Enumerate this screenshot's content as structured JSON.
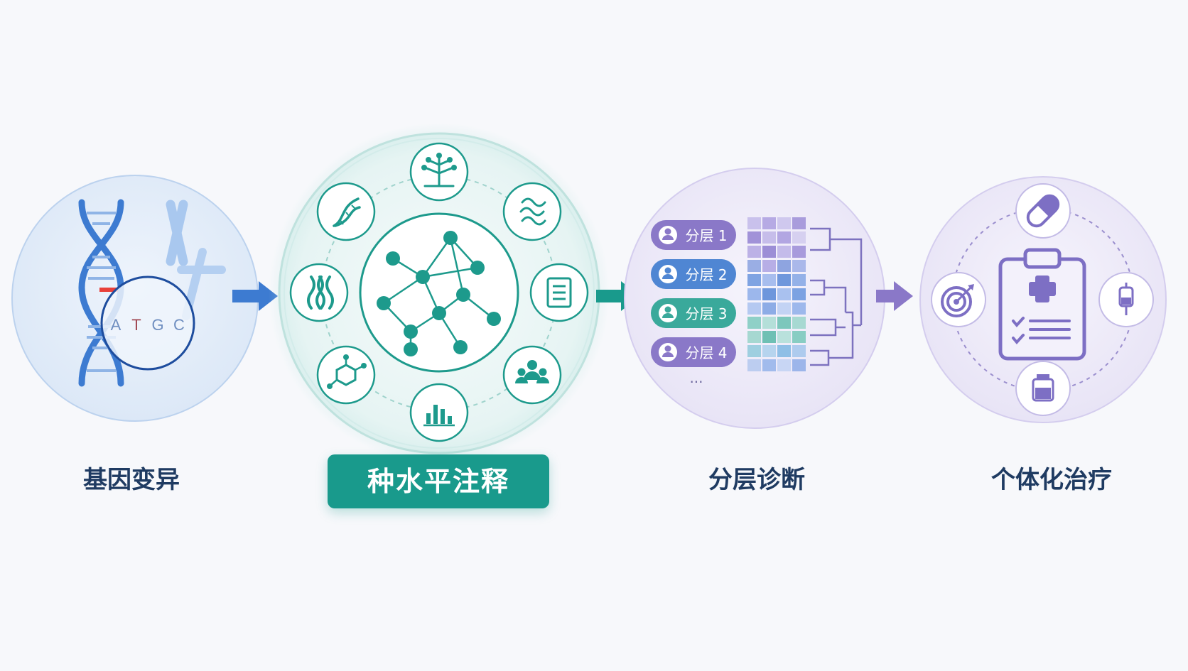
{
  "stages": {
    "variation": {
      "label": "基因变异",
      "bases": [
        "A",
        "T",
        "G",
        "C"
      ]
    },
    "annotation": {
      "label": "种水平注释"
    },
    "stratification": {
      "label": "分层诊断",
      "layers": [
        "分层 1",
        "分层 2",
        "分层 3",
        "分层 4"
      ],
      "more": "···"
    },
    "treatment": {
      "label": "个体化治疗"
    }
  },
  "colors": {
    "blue": "#3d7bd1",
    "teal": "#199a8c",
    "purple": "#8a78c8",
    "dark_label": "#1f3b62",
    "mutation_red": "#e8403a"
  },
  "icons": {
    "annotation_ring": [
      "tree-icon",
      "protein-icon",
      "document-icon",
      "people-icon",
      "bar-chart-icon",
      "molecule-icon",
      "chromosome-icon",
      "dna-icon"
    ],
    "treatment_ring": [
      "capsule-icon",
      "iv-bag-icon",
      "vial-icon",
      "target-icon"
    ]
  }
}
